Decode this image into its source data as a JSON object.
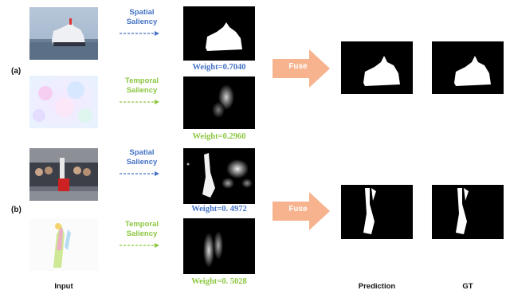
{
  "rows": [
    {
      "label": "(a)",
      "spatial_label": [
        "Spatial",
        "Saliency"
      ],
      "temporal_label": [
        "Temporal",
        "Saliency"
      ],
      "spatial_weight": "Weight=0.7040",
      "temporal_weight": "Weight=0.2960",
      "fuse_label": "Fuse"
    },
    {
      "label": "(b)",
      "spatial_label": [
        "Spatial",
        "Saliency"
      ],
      "temporal_label": [
        "Temporal",
        "Saliency"
      ],
      "spatial_weight": "Weight=0. 4972",
      "temporal_weight": "Weight=0. 5028",
      "fuse_label": "Fuse"
    }
  ],
  "captions": {
    "input": "Input",
    "prediction": "Prediction",
    "gt": "GT"
  },
  "colors": {
    "spatial": "#4472c4",
    "temporal": "#8cc63f",
    "fuse_arrow": "#f6b38e",
    "panel_bg": "#000000"
  }
}
